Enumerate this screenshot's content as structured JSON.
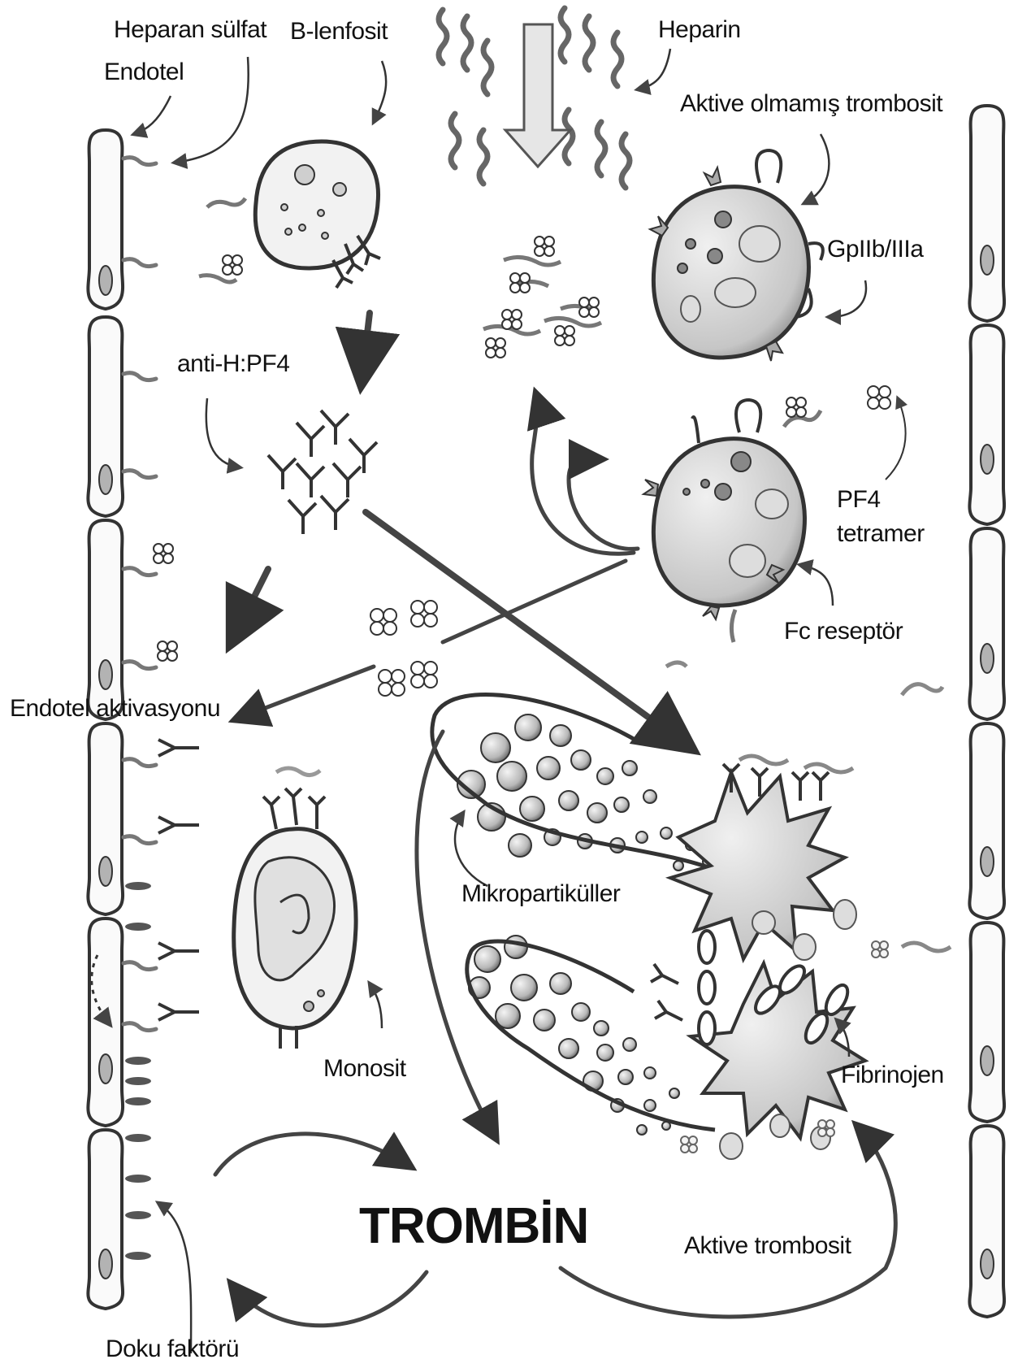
{
  "labels": {
    "heparan_sulfat": "Heparan sülfat",
    "b_lenfosit": "B-lenfosit",
    "heparin": "Heparin",
    "endotel": "Endotel",
    "aktive_olmamis_trombosit": "Aktive olmamış trombosit",
    "gp": "GpIIb/IIIa",
    "anti_h_pf4": "anti-H:PF4",
    "pf4": "PF4",
    "tetramer": "tetramer",
    "fc_reseptor": "Fc reseptör",
    "endotel_aktivasyonu": "Endotel aktivasyonu",
    "mikropartikuller": "Mikropartiküller",
    "monosit": "Monosit",
    "fibrinojen": "Fibrinojen",
    "trombin": "TROMBİN",
    "aktive_trombosit": "Aktive trombosit",
    "doku_faktoru": "Doku faktörü"
  },
  "colors": {
    "line": "#333333",
    "arrow_gray": "#555555",
    "cell_fill": "#d9d9d9",
    "nucleus_fill": "#b3b3b3",
    "background": "#ffffff"
  }
}
